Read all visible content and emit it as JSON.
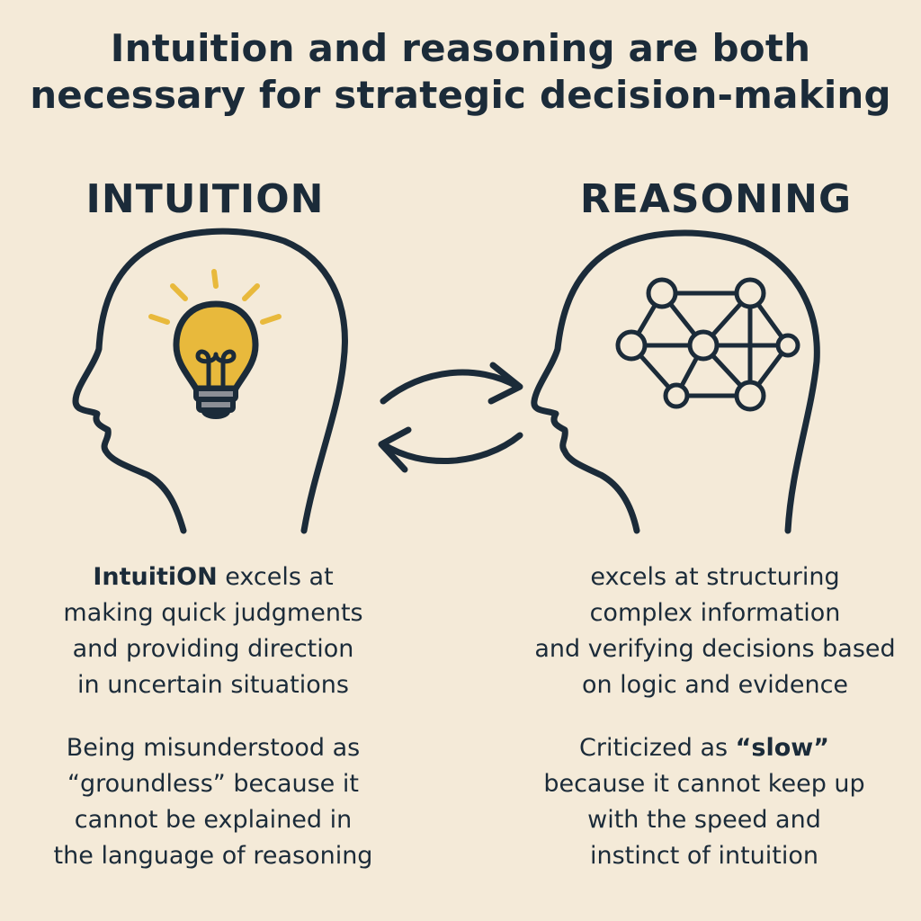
{
  "title": {
    "line1": "Intuition and reasoning are both",
    "line2": "necessary for strategic decision-making"
  },
  "intuition": {
    "heading": "INTUITION",
    "strength": {
      "lead": "IntuitiON",
      "line1_rest": " excels at",
      "line2": "making quick judgments",
      "line3": "and providing direction",
      "line4": "in uncertain situations"
    },
    "criticism": {
      "line1": "Being misunderstood as",
      "line2": "“groundless” because it",
      "line3": "cannot be explained in",
      "line4": "the language of reasoning"
    },
    "icon": "lightbulb-icon"
  },
  "reasoning": {
    "heading": "REASONING",
    "strength": {
      "line1": "excels at structuring",
      "line2": "complex information",
      "line3": "and verifying decisions based",
      "line4": "on logic and evidence"
    },
    "criticism": {
      "line1_pre": "Criticized as ",
      "line1_em": "“slow”",
      "line2": "because it cannot keep up",
      "line3": "with the speed and",
      "line4": "instinct of intuition"
    },
    "icon": "network-icon"
  },
  "exchange_icon": "exchange-arrows-icon",
  "colors": {
    "background": "#f4ead8",
    "ink": "#1b2b39",
    "bulb": "#e8b93c",
    "bulb_base": "#8c8f96"
  }
}
